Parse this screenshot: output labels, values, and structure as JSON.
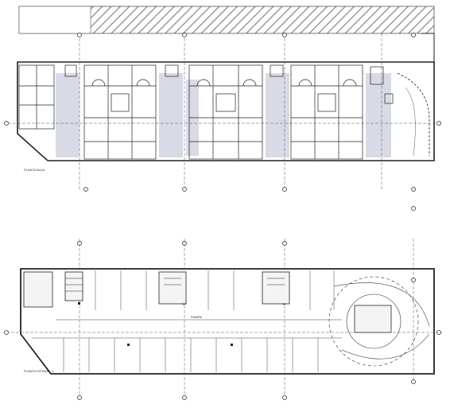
{
  "sheet": {
    "ground_floor_label": "PLANTA BAJA",
    "basement_label": "PLANTA SÓTANO -1",
    "ramp_note": "RAMPA"
  },
  "colors": {
    "line": "#222222",
    "thin": "#555555",
    "wash": "#d6d9e4",
    "hatch": "#9a9a9a",
    "background": "#ffffff"
  },
  "icons": [
    "north-arrow-icon",
    "grid-bubble-icon"
  ]
}
